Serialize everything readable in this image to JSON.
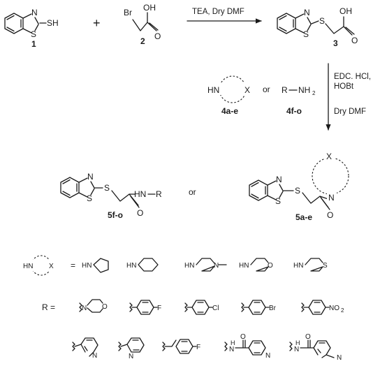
{
  "compounds": {
    "c1": "1",
    "c2": "2",
    "c3": "3",
    "c4ae": "4a-e",
    "c4fo": "4f-o",
    "c5fo": "5f-o",
    "c5ae": "5a-e"
  },
  "reaction1": {
    "plus": "+",
    "conditions": "TEA, Dry DMF"
  },
  "reaction2": {
    "conditions": [
      "EDC. HCl,",
      "HOBt",
      "Dry DMF"
    ]
  },
  "connectors": {
    "or1": "or",
    "or2": "or",
    "equals": "=",
    "r_equals": "R  ="
  },
  "atoms": {
    "N": "N",
    "S": "S",
    "SH": "SH",
    "Br": "Br",
    "OH": "OH",
    "O": "O",
    "HN": "HN",
    "X": "X",
    "R": "R",
    "NH2": "NH",
    "sub2": "2",
    "HN_R": "HN",
    "F": "F",
    "Cl": "Cl",
    "NO": "NO",
    "H": "H",
    "NH": "N"
  }
}
